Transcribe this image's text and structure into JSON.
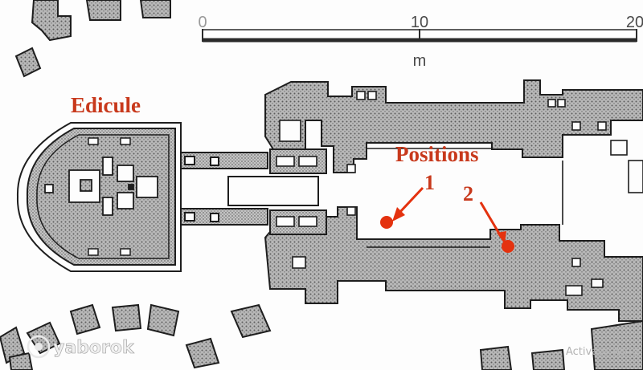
{
  "labels": {
    "edicule": "Edicule",
    "positions": "Positions",
    "marker_1": "1",
    "marker_2": "2"
  },
  "scale": {
    "ticks": [
      "0",
      "10",
      "20"
    ],
    "unit": "m"
  },
  "watermark": {
    "logo_text": "yaborok",
    "activate_text": "Activate Wind"
  },
  "colors": {
    "label": "#c8391c",
    "marker": "#e4320f",
    "wall_fill": "#bdbdbd",
    "wall_stroke": "#1e1e1e",
    "paper": "#fdfdfd"
  }
}
